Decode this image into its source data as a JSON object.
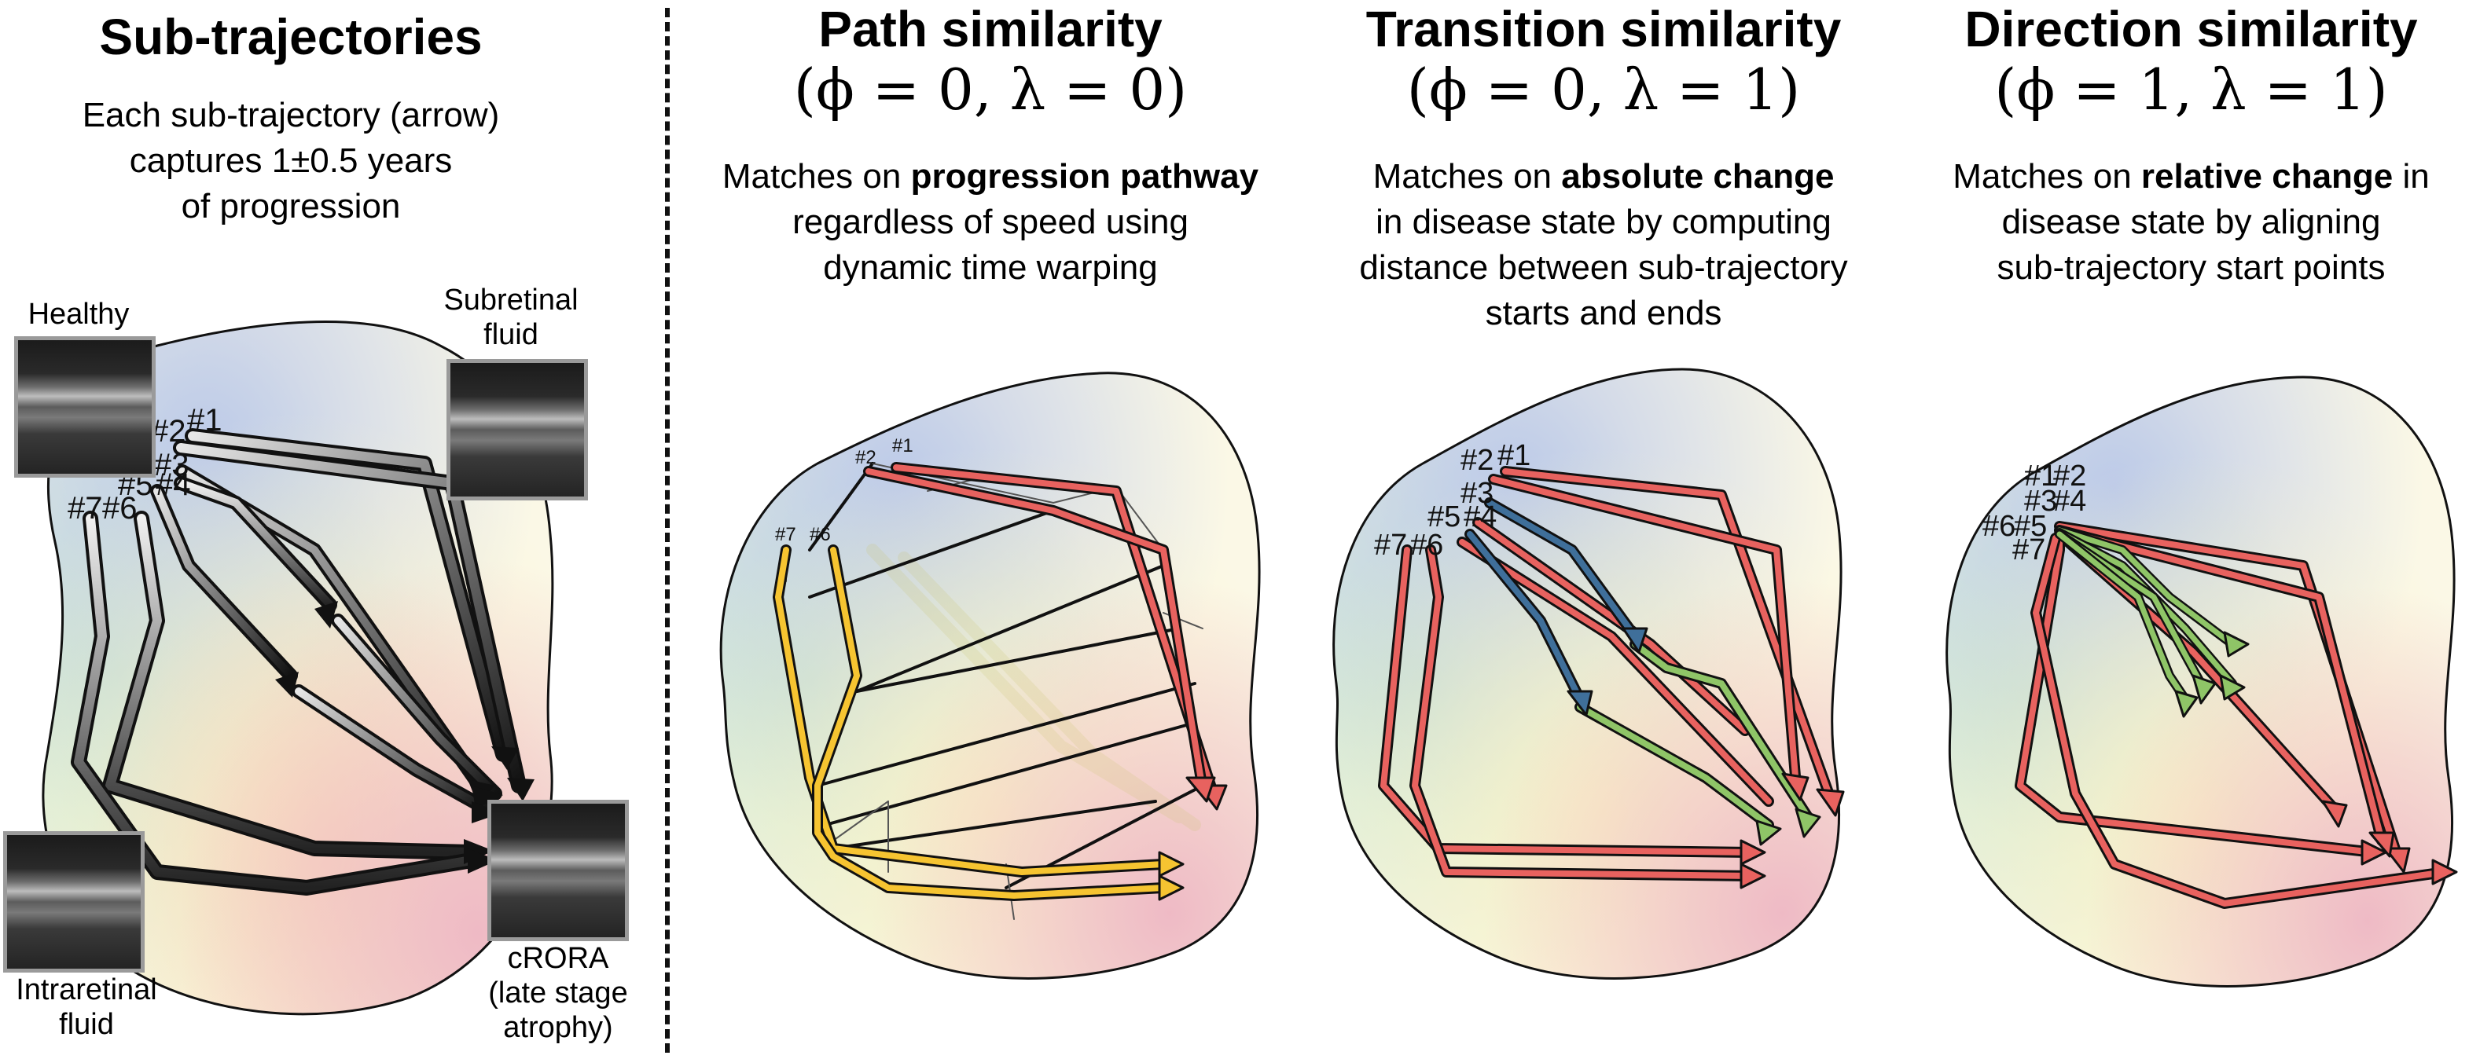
{
  "panel_sub": {
    "title": "Sub-trajectories",
    "desc_line1": "Each sub-trajectory (arrow)",
    "desc_line2": "captures 1±0.5 years",
    "desc_line3": "of progression",
    "label_healthy": "Healthy",
    "label_subretinal_1": "Subretinal",
    "label_subretinal_2": "fluid",
    "label_intraretinal_1": "Intraretinal",
    "label_intraretinal_2": "fluid",
    "label_crora_1": "cRORA",
    "label_crora_2": "(late stage",
    "label_crora_3": "atrophy)"
  },
  "panel_path": {
    "title": "Path similarity",
    "formula": "(ϕ = 0, λ = 0)",
    "desc_pre": "Matches on ",
    "desc_bold": "progression pathway",
    "desc_line2": "regardless of speed using",
    "desc_line3": "dynamic time warping"
  },
  "panel_transition": {
    "title": "Transition similarity",
    "formula": "(ϕ = 0, λ = 1)",
    "desc_pre": "Matches on ",
    "desc_bold": "absolute change",
    "desc_line2": "in disease state by computing",
    "desc_line3": "distance between sub-trajectory",
    "desc_line4": "starts and ends"
  },
  "panel_direction": {
    "title": "Direction similarity",
    "formula": "(ϕ = 1, λ = 1)",
    "desc_pre": "Matches on ",
    "desc_bold": "relative change",
    "desc_post": " in",
    "desc_line2": "disease state by aligning",
    "desc_line3": "sub-trajectory start points"
  },
  "trajectory_labels": [
    "#1",
    "#2",
    "#3",
    "#4",
    "#5",
    "#6",
    "#7"
  ],
  "colors": {
    "red": "#e8625f",
    "yellow": "#f6c431",
    "green": "#8fc567",
    "blue": "#3f6f9a"
  }
}
